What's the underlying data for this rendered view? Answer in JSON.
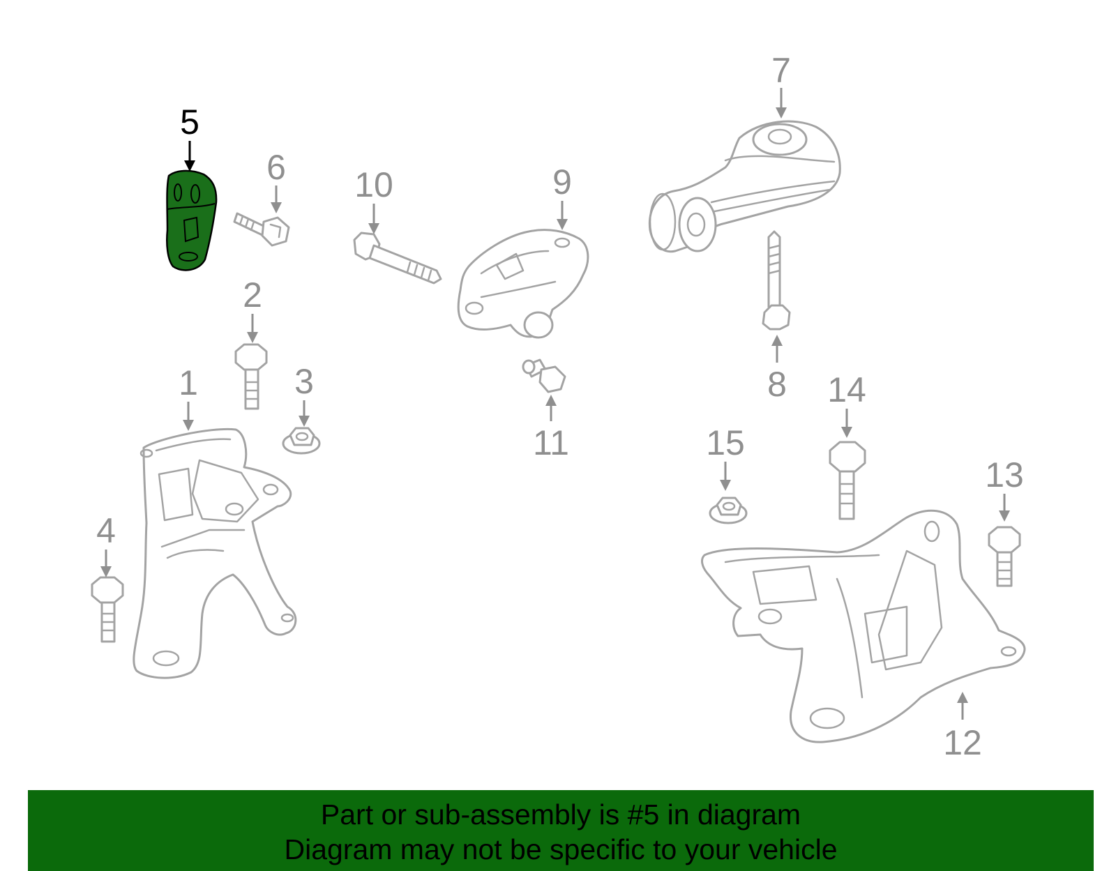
{
  "diagram": {
    "highlight_color": "#1a6f1a",
    "part_stroke_color": "#a3a3a3",
    "highlighted_part": "5",
    "callouts": [
      {
        "id": "c1",
        "label": "1"
      },
      {
        "id": "c2",
        "label": "2"
      },
      {
        "id": "c3",
        "label": "3"
      },
      {
        "id": "c4",
        "label": "4"
      },
      {
        "id": "c5",
        "label": "5"
      },
      {
        "id": "c6",
        "label": "6"
      },
      {
        "id": "c7",
        "label": "7"
      },
      {
        "id": "c8",
        "label": "8"
      },
      {
        "id": "c9",
        "label": "9"
      },
      {
        "id": "c10",
        "label": "10"
      },
      {
        "id": "c11",
        "label": "11"
      },
      {
        "id": "c12",
        "label": "12"
      },
      {
        "id": "c13",
        "label": "13"
      },
      {
        "id": "c14",
        "label": "14"
      },
      {
        "id": "c15",
        "label": "15"
      }
    ]
  },
  "banner": {
    "background": "#0b6a0b",
    "line1": "Part or sub-assembly is #5 in diagram",
    "line2": "Diagram may not be specific to your vehicle"
  }
}
